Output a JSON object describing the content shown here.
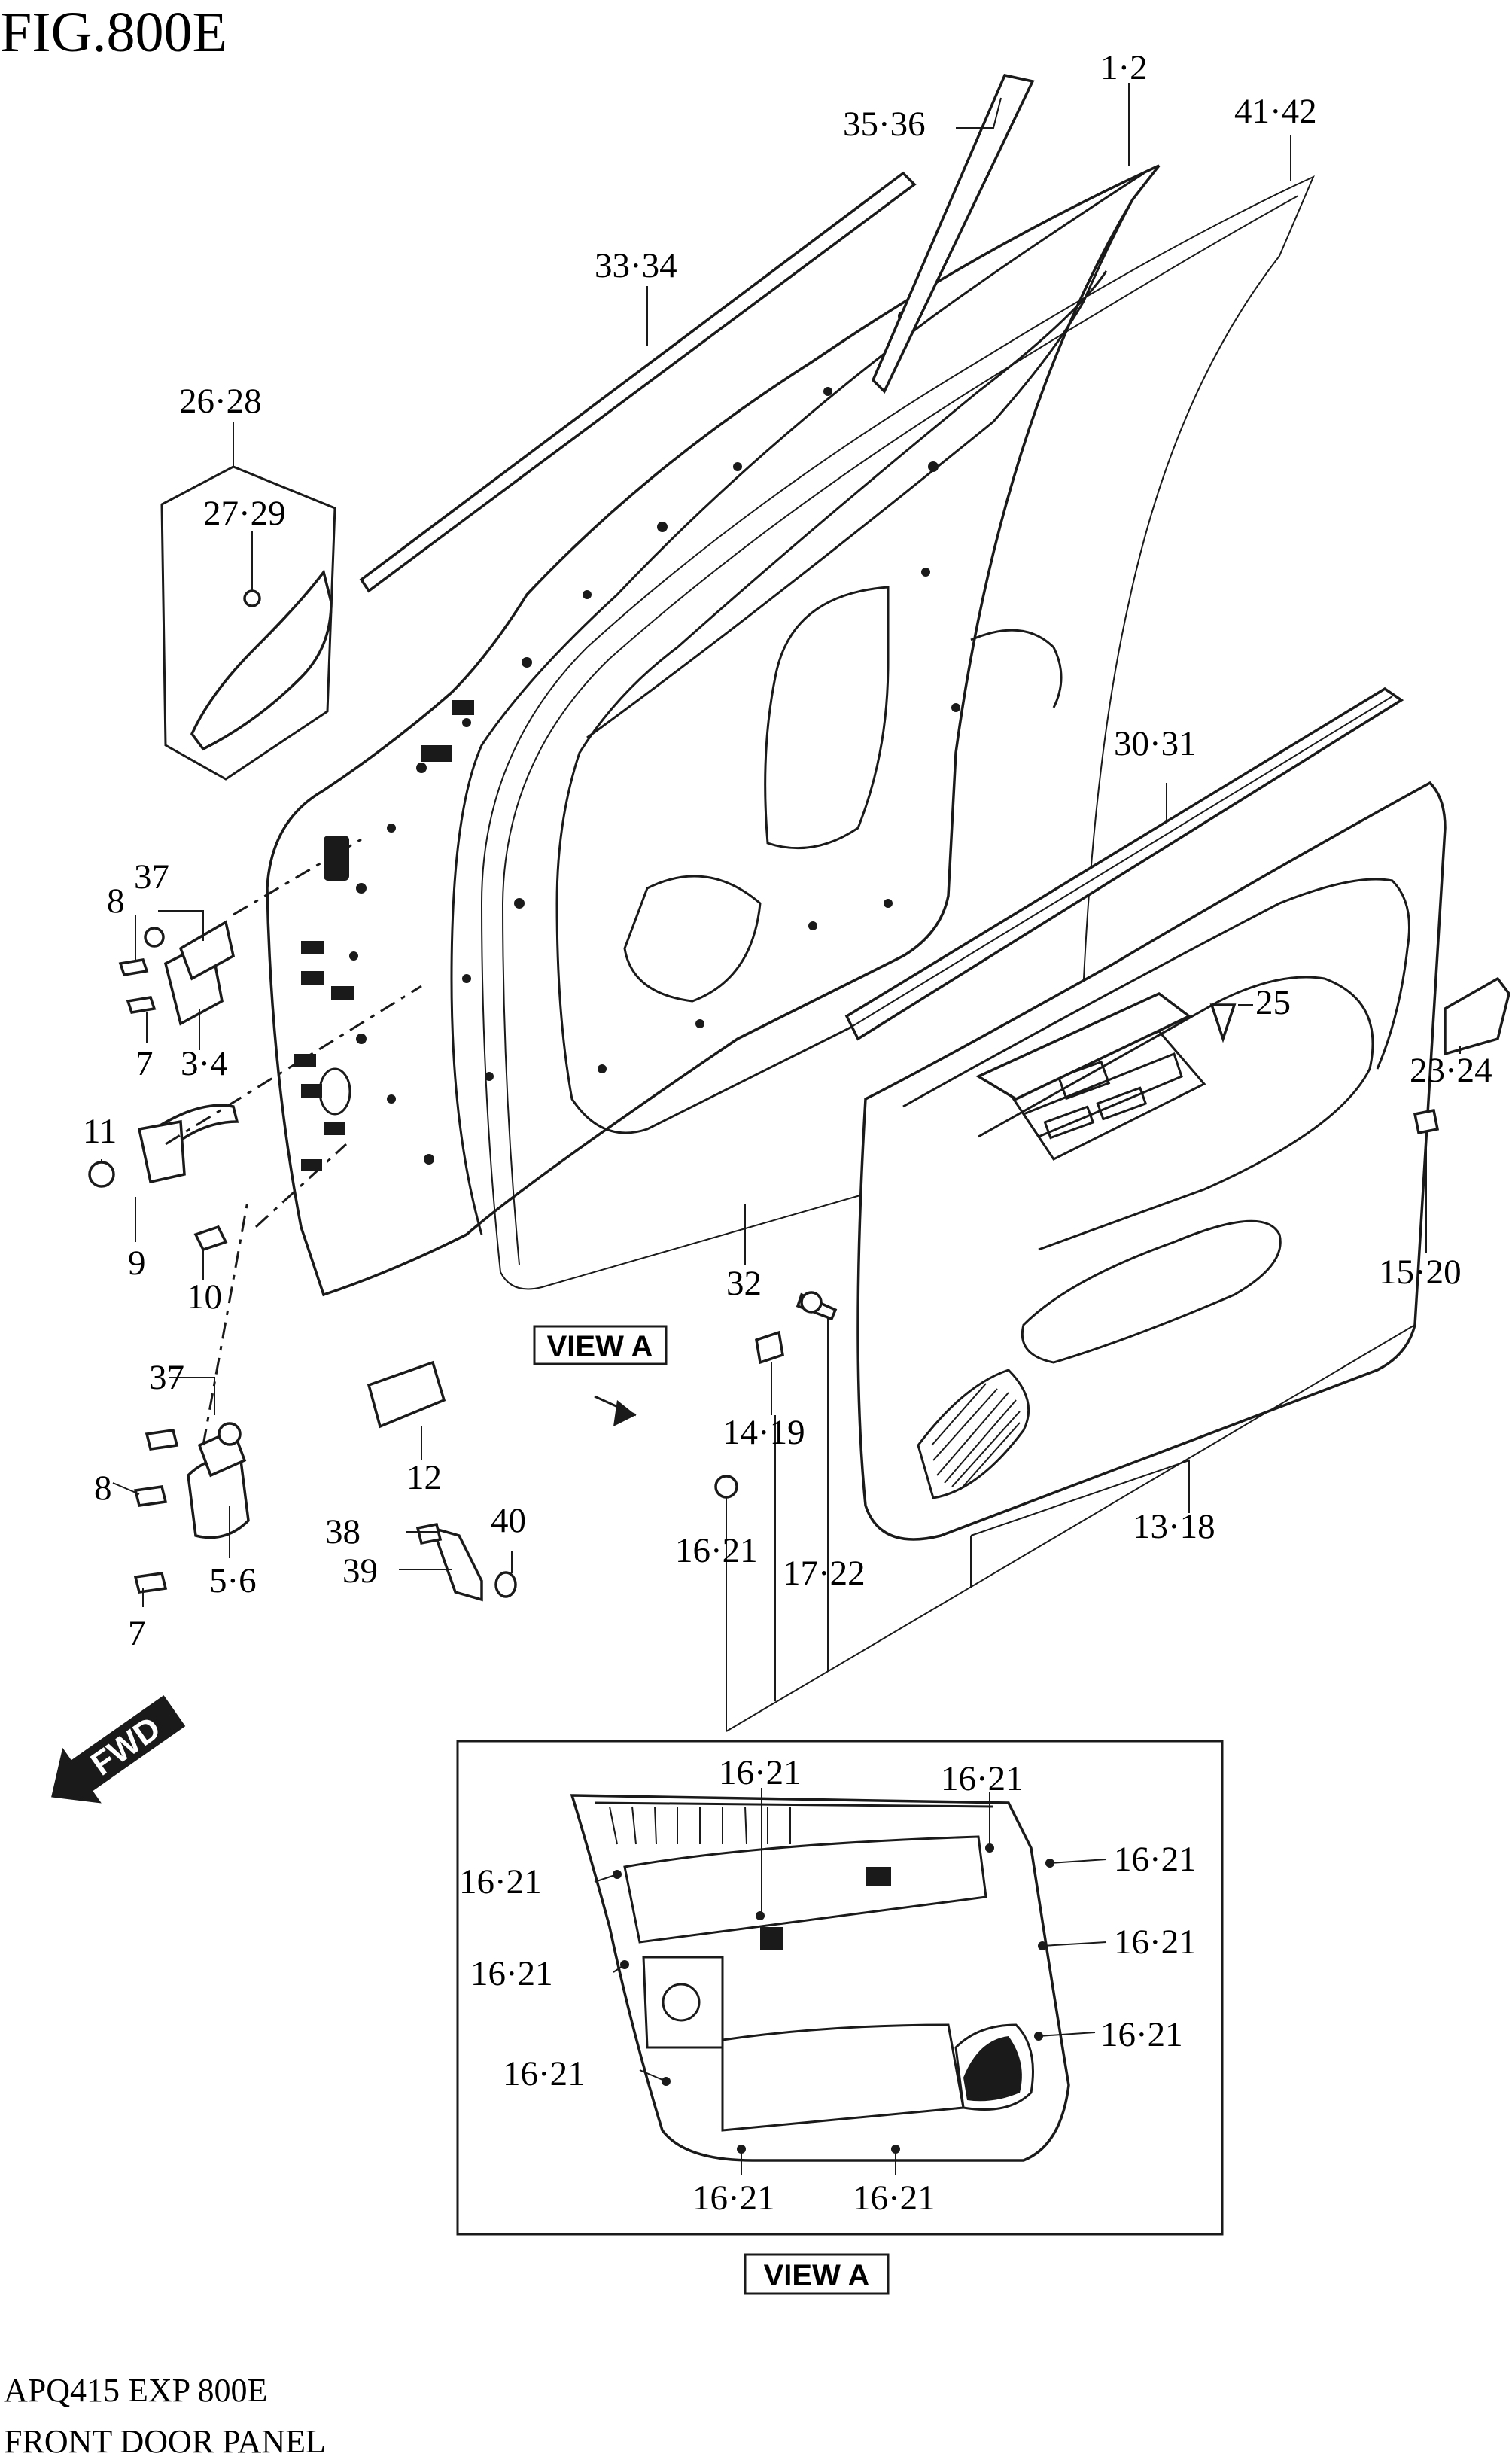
{
  "figure_title": "FIG.800E",
  "footer": {
    "model": "APQ415 EXP 800E",
    "title": "FRONT DOOR PANEL"
  },
  "view_label": "VIEW A",
  "fwd_label": "FWD",
  "callouts": {
    "c_1_2": "1·2",
    "c_35_36": "35·36",
    "c_41_42": "41·42",
    "c_33_34": "33·34",
    "c_26_28": "26·28",
    "c_27_29": "27·29",
    "c_30_31": "30·31",
    "c_37_top": "37",
    "c_8_top": "8",
    "c_7_top": "7",
    "c_3_4": "3·4",
    "c_25": "25",
    "c_23_24": "23·24",
    "c_11": "11",
    "c_9": "9",
    "c_10": "10",
    "c_32": "32",
    "c_15_20": "15·20",
    "c_14_19": "14·19",
    "c_37_bot": "37",
    "c_12": "12",
    "c_8_bot": "8",
    "c_38": "38",
    "c_40": "40",
    "c_39": "39",
    "c_5_6": "5·6",
    "c_16_21": "16·21",
    "c_17_22": "17·22",
    "c_13_18": "13·18",
    "c_7_bot": "7"
  },
  "view_callouts": {
    "v1": "16·21",
    "v2": "16·21",
    "v3": "16·21",
    "v4": "16·21",
    "v5": "16·21",
    "v6": "16·21",
    "v7": "16·21",
    "v8": "16·21",
    "v9": "16·21",
    "v10": "16·21"
  }
}
